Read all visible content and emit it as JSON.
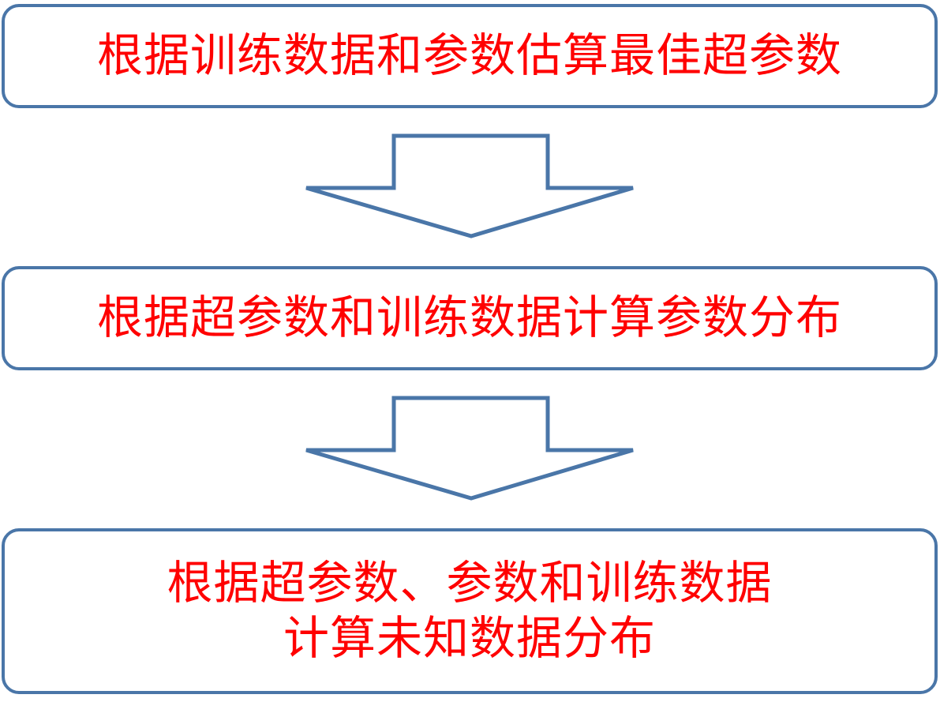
{
  "steps": [
    {
      "lines": [
        "根据训练数据和参数估算最佳超参数"
      ]
    },
    {
      "lines": [
        "根据超参数和训练数据计算参数分布"
      ]
    },
    {
      "lines": [
        "根据超参数、参数和训练数据",
        "计算未知数据分布"
      ]
    }
  ],
  "colors": {
    "border": "#4a76a8",
    "text": "#ff0000",
    "background": "#ffffff"
  },
  "icons": [
    "down-arrow-icon",
    "down-arrow-icon"
  ]
}
